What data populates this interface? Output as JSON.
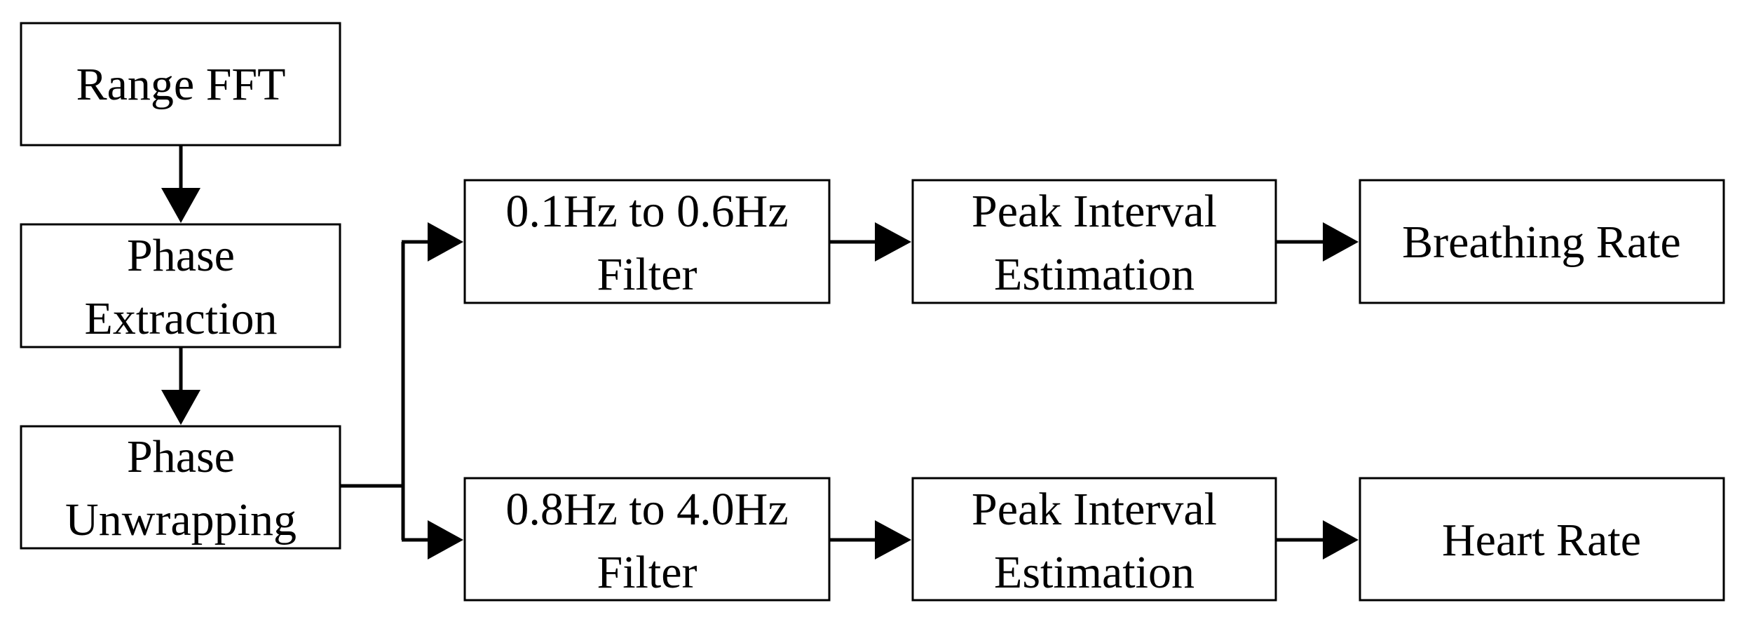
{
  "nodes": {
    "range_fft": {
      "lines": [
        "Range FFT"
      ]
    },
    "phase_extraction": {
      "lines": [
        "Phase",
        "Extraction"
      ]
    },
    "phase_unwrapping": {
      "lines": [
        "Phase",
        "Unwrapping"
      ]
    },
    "filter_breathing": {
      "lines": [
        "0.1Hz to 0.6Hz",
        "Filter"
      ]
    },
    "peak_breathing": {
      "lines": [
        "Peak Interval",
        "Estimation"
      ]
    },
    "breathing_rate": {
      "lines": [
        "Breathing Rate"
      ]
    },
    "filter_heart": {
      "lines": [
        "0.8Hz to 4.0Hz",
        "Filter"
      ]
    },
    "peak_heart": {
      "lines": [
        "Peak Interval",
        "Estimation"
      ]
    },
    "heart_rate": {
      "lines": [
        "Heart Rate"
      ]
    }
  },
  "edges": [
    {
      "from": "range_fft",
      "to": "phase_extraction"
    },
    {
      "from": "phase_extraction",
      "to": "phase_unwrapping"
    },
    {
      "from": "phase_unwrapping",
      "to": "filter_breathing"
    },
    {
      "from": "phase_unwrapping",
      "to": "filter_heart"
    },
    {
      "from": "filter_breathing",
      "to": "peak_breathing"
    },
    {
      "from": "peak_breathing",
      "to": "breathing_rate"
    },
    {
      "from": "filter_heart",
      "to": "peak_heart"
    },
    {
      "from": "peak_heart",
      "to": "heart_rate"
    }
  ]
}
